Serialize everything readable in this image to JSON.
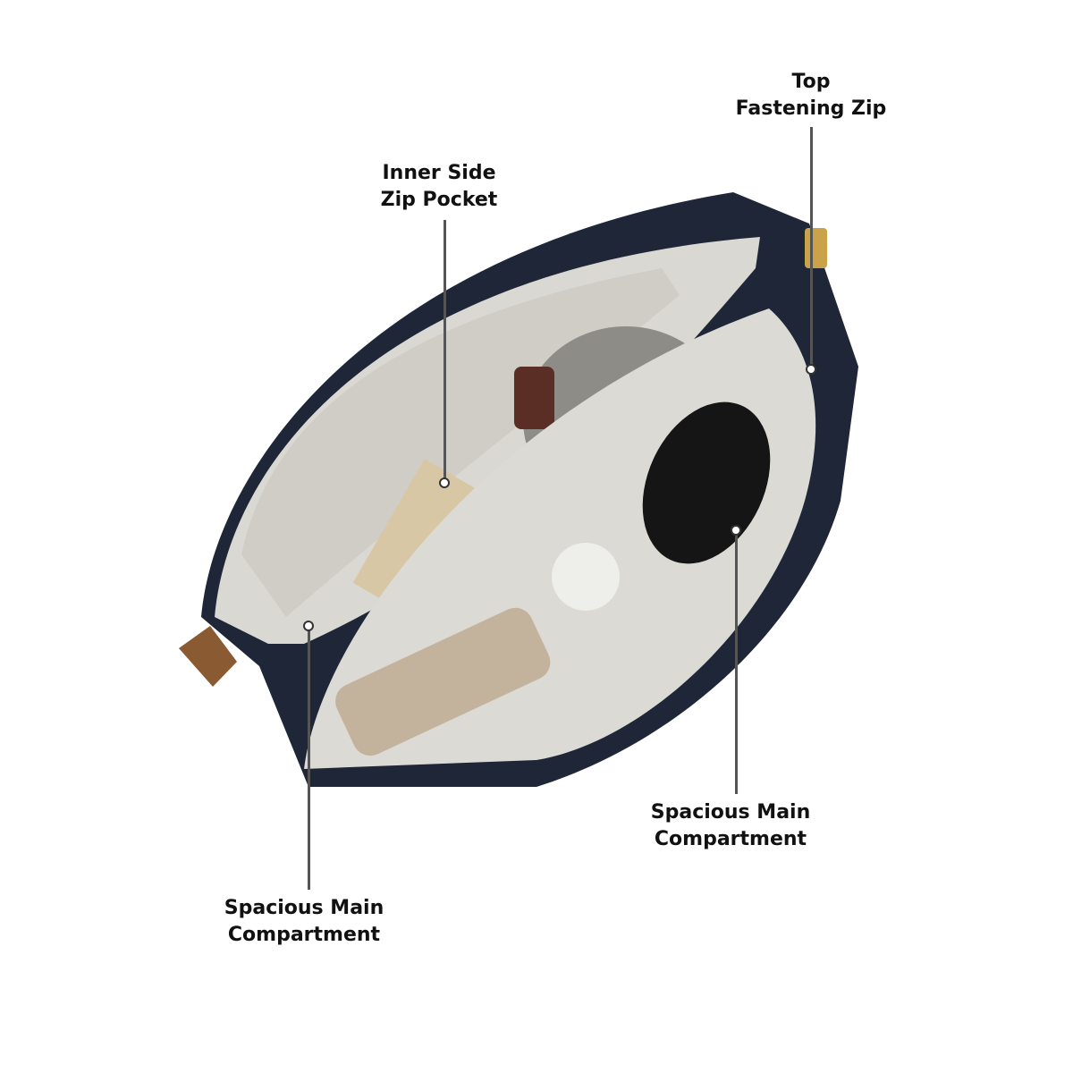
{
  "colors": {
    "bag_outer": "#1f2638",
    "lining": "#d9d8d2",
    "trim": "#8a5a32",
    "zip_pull": "#c9a24a",
    "callout_line": "#555555"
  },
  "callouts": [
    {
      "id": "top-zip",
      "line1": "Top",
      "line2": "Fastening Zip"
    },
    {
      "id": "inner-pocket",
      "line1": "Inner Side",
      "line2": "Zip Pocket"
    },
    {
      "id": "main-right",
      "line1": "Spacious Main",
      "line2": "Compartment"
    },
    {
      "id": "main-left",
      "line1": "Spacious Main",
      "line2": "Compartment"
    }
  ]
}
